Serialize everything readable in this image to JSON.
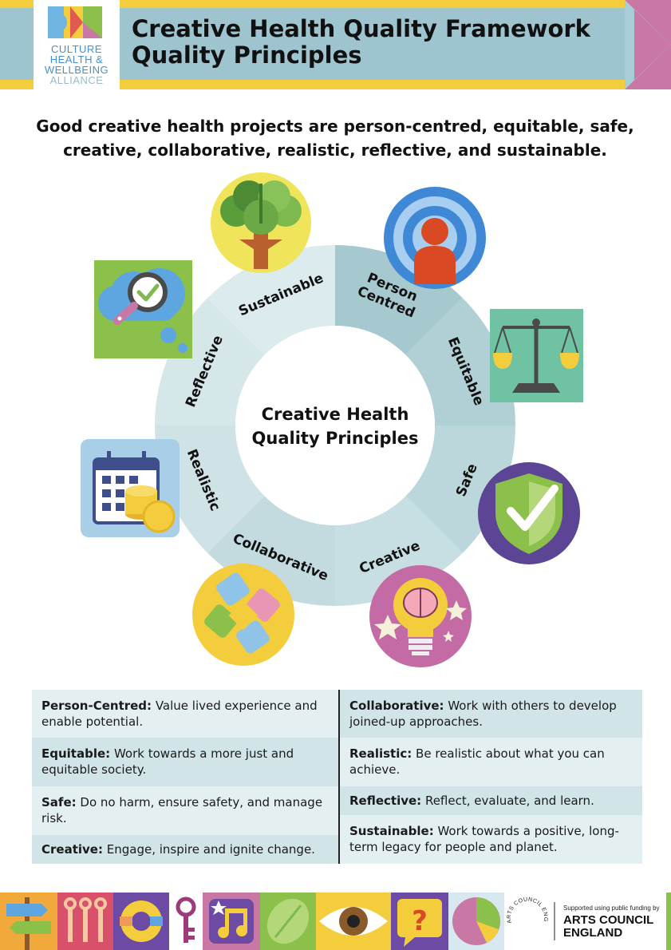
{
  "header": {
    "title_line1": "Creative Health Quality Framework",
    "title_line2": "Quality Principles",
    "logo_lines": [
      "CULTURE",
      "HEALTH &",
      "WELLBEING",
      "ALLIANCE"
    ],
    "colors": {
      "band": "#9ec5cf",
      "stripe": "#f3cd3b",
      "arrow": "#c978a5",
      "arrow_light": "#a6cdd8"
    }
  },
  "intro": {
    "line1": "Good creative health projects are person-centred, equitable, safe,",
    "line2": "creative, collaborative, realistic, reflective, and sustainable."
  },
  "wheel": {
    "center_line1": "Creative Health",
    "center_line2": "Quality Principles",
    "segments": [
      {
        "label": "Person Centred",
        "icon": "person-target-icon",
        "color": "#a6c8cf"
      },
      {
        "label": "Equitable",
        "icon": "scales-icon",
        "color": "#b1d0d6"
      },
      {
        "label": "Safe",
        "icon": "shield-check-icon",
        "color": "#bcd7dc"
      },
      {
        "label": "Creative",
        "icon": "lightbulb-brain-icon",
        "color": "#c7dee2"
      },
      {
        "label": "Collaborative",
        "icon": "hands-together-icon",
        "color": "#c3dbdf"
      },
      {
        "label": "Realistic",
        "icon": "calendar-coins-icon",
        "color": "#cfe2e6"
      },
      {
        "label": "Reflective",
        "icon": "magnifier-thought-icon",
        "color": "#d6e7ea"
      },
      {
        "label": "Sustainable",
        "icon": "tree-icon",
        "color": "#dcebee"
      }
    ]
  },
  "principles": {
    "left": [
      {
        "term": "Person-Centred:",
        "desc": "Value lived experience and enable potential."
      },
      {
        "term": "Equitable:",
        "desc": "Work towards a more just and equitable society."
      },
      {
        "term": "Safe:",
        "desc": "Do no harm, ensure safety, and manage risk."
      },
      {
        "term": "Creative:",
        "desc": "Engage, inspire and ignite change."
      }
    ],
    "right": [
      {
        "term": "Collaborative:",
        "desc": "Work with others to develop joined-up approaches."
      },
      {
        "term": "Realistic:",
        "desc": "Be realistic about what you can achieve."
      },
      {
        "term": "Reflective:",
        "desc": "Reflect, evaluate, and learn."
      },
      {
        "term": "Sustainable:",
        "desc": "Work towards a positive, long-term legacy for people and planet."
      }
    ]
  },
  "footer": {
    "icons": [
      "signpost-icon",
      "paintbrushes-icon",
      "hands-circle-icon",
      "key-icon",
      "music-note-icon",
      "leaf-icon",
      "eye-icon",
      "question-mark-icon",
      "pie-chart-icon"
    ],
    "ace_seal_text": "ARTS COUNCIL ENGLAND",
    "support_text": "Supported using public funding by",
    "funder_line1": "ARTS COUNCIL",
    "funder_line2": "ENGLAND"
  }
}
